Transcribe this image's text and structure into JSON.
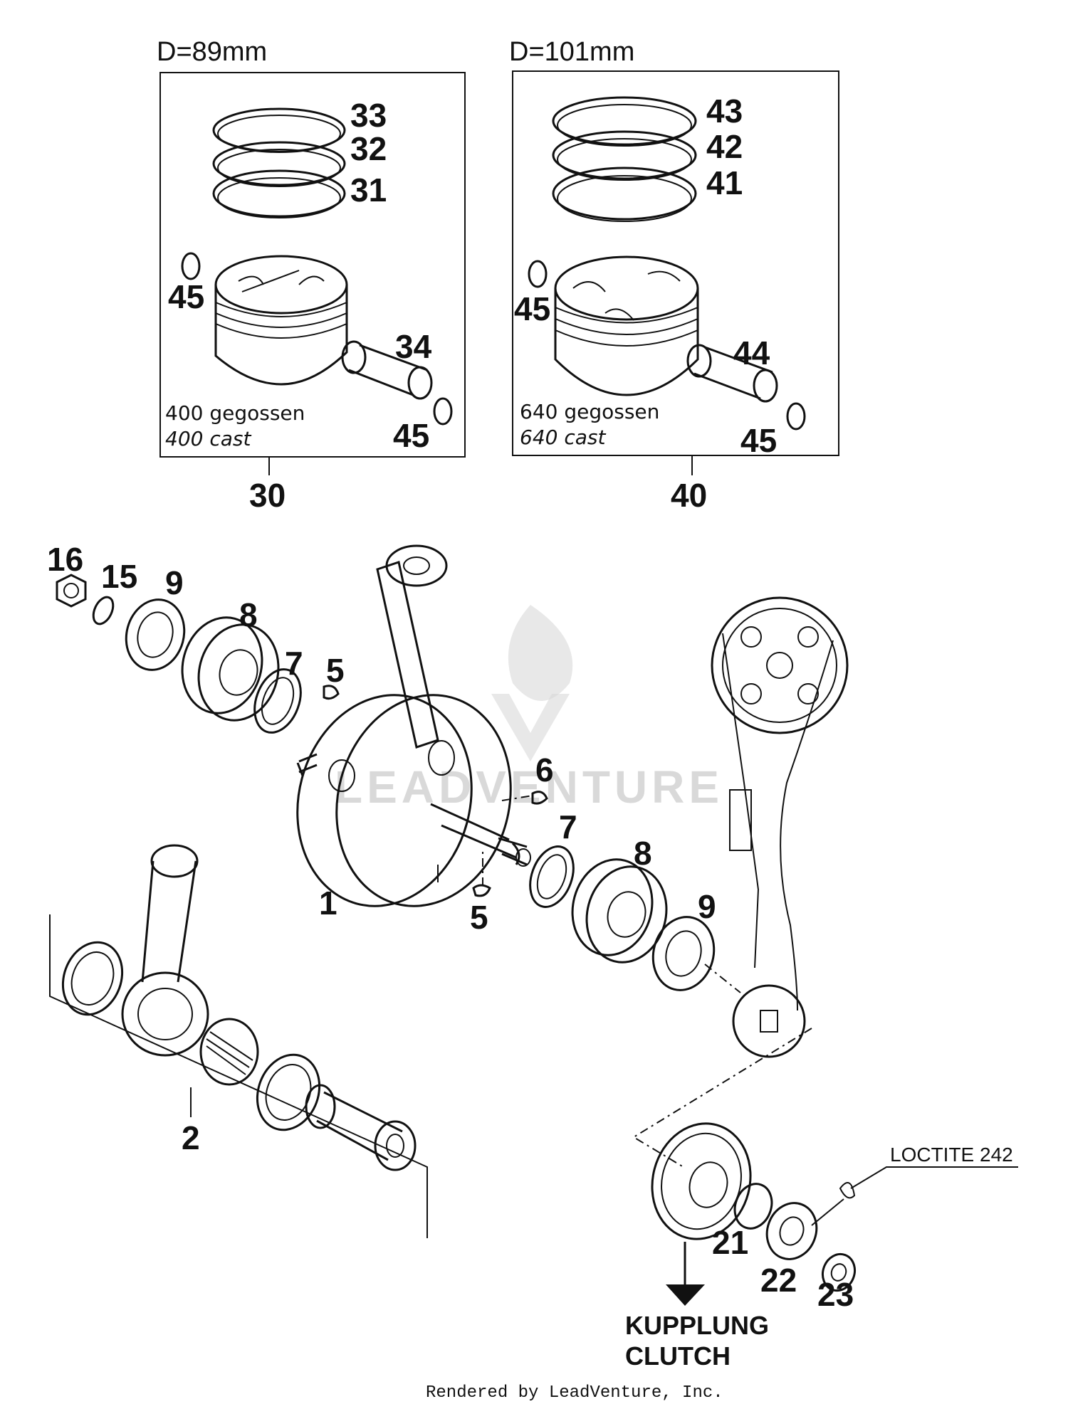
{
  "headers": {
    "left": "D=89mm",
    "right": "D=101mm"
  },
  "notes": {
    "left_de": "400 gegossen",
    "left_en": "400 cast",
    "right_de": "640 gegossen",
    "right_en": "640 cast"
  },
  "callouts": {
    "p30": "30",
    "p31": "31",
    "p32": "32",
    "p33": "33",
    "p34": "34",
    "p40": "40",
    "p41": "41",
    "p42": "42",
    "p43": "43",
    "p44": "44",
    "p45": "45",
    "p1": "1",
    "p2": "2",
    "p5": "5",
    "p6": "6",
    "p7": "7",
    "p8": "8",
    "p9": "9",
    "p15": "15",
    "p16": "16",
    "p21": "21",
    "p22": "22",
    "p23": "23"
  },
  "loctite": "LOCTITE 242",
  "clutch": {
    "de": "KUPPLUNG",
    "en": "CLUTCH"
  },
  "watermark": "LEADVENTURE",
  "footer": "Rendered by LeadVenture, Inc."
}
